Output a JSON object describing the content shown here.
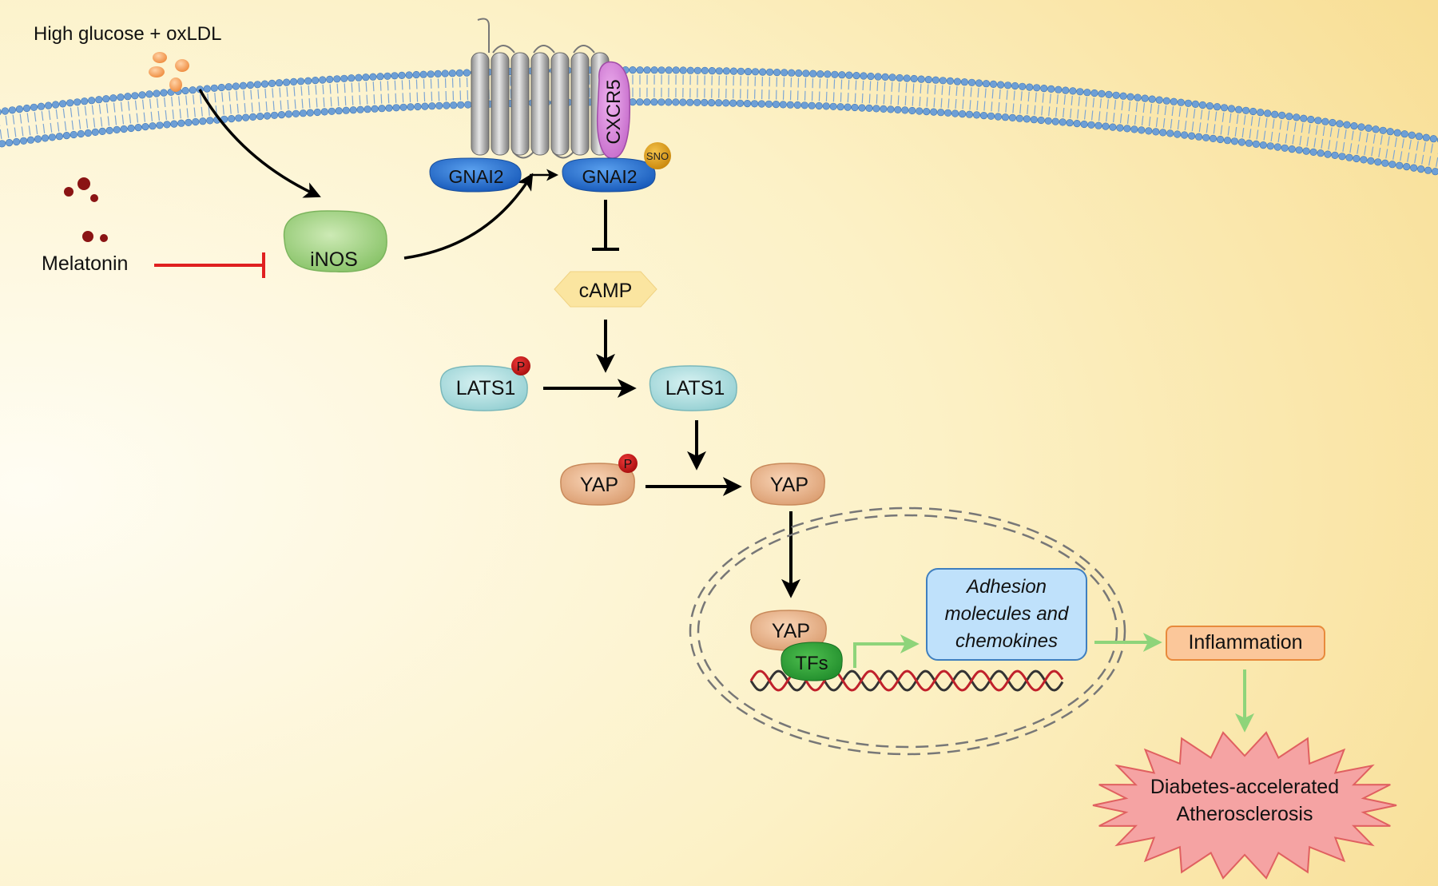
{
  "stimulus": "High glucose + oxLDL",
  "inhibitor": "Melatonin",
  "gnai2_inactive": "GNAI2",
  "gnai2_active": "GNAI2",
  "sno_badge": "SNO",
  "receptor": "CXCR5",
  "inos": "iNOS",
  "camp": "cAMP",
  "lats1_phospho": "LATS1",
  "lats1": "LATS1",
  "yap_phospho": "YAP",
  "yap": "YAP",
  "yap_nuclear": "YAP",
  "phospho_badge": "P",
  "tfs": "TFs",
  "adhesion_line1": "Adhesion",
  "adhesion_line2": "molecules and",
  "adhesion_line3": "chemokines",
  "inflammation": "Inflammation",
  "outcome_line1": "Diabetes-accelerated",
  "outcome_line2": "Atherosclerosis",
  "colors": {
    "background": "#fbf3cf",
    "membrane_head": "#6d9fd6",
    "activation_arrow": "#000000",
    "inhibition_bar": "#e02020",
    "green_arrow": "#8ed47a",
    "inflammation_fill": "#fbc79a",
    "outcome_fill": "#f5a3a3",
    "adhesion_fill": "#bfe1fb"
  }
}
